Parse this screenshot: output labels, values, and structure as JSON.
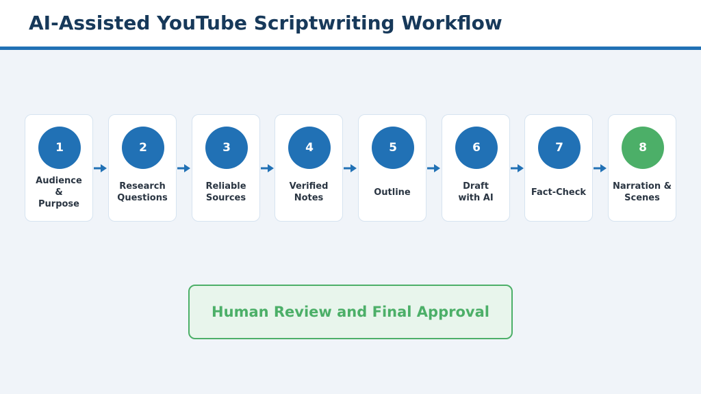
{
  "header": {
    "title": "AI-Assisted YouTube Scriptwriting Workflow"
  },
  "steps": [
    {
      "number": "1",
      "label": "Audience & Purpose"
    },
    {
      "number": "2",
      "label": "Research Questions"
    },
    {
      "number": "3",
      "label": "Reliable Sources"
    },
    {
      "number": "4",
      "label": "Verified Notes"
    },
    {
      "number": "5",
      "label": "Outline"
    },
    {
      "number": "6",
      "label": "Draft with AI"
    },
    {
      "number": "7",
      "label": "Fact-Check"
    },
    {
      "number": "8",
      "label": "Narration & Scenes"
    }
  ],
  "review": {
    "label": "Human Review and Final Approval"
  },
  "colors": {
    "accent": "#2171b5",
    "title": "#17395a",
    "final_step": "#4caf68",
    "review_fill": "#e8f5ec",
    "background": "#f0f4f9"
  }
}
